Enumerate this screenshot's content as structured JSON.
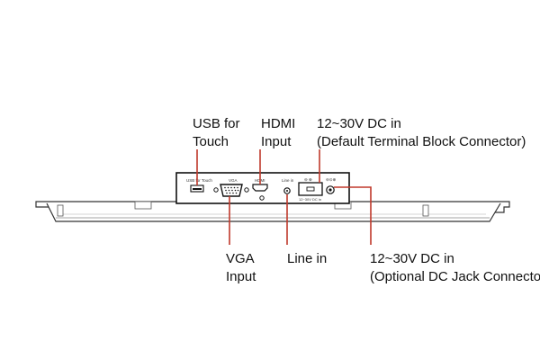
{
  "accent_color": "#c0392b",
  "callouts": {
    "usb": [
      "USB for",
      "Touch"
    ],
    "hdmi": [
      "HDMI",
      "Input"
    ],
    "dc_terminal": [
      "12~30V DC in",
      "(Default Terminal Block Connector)"
    ],
    "vga": [
      "VGA",
      "Input"
    ],
    "line_in": [
      "Line in"
    ],
    "dc_jack": [
      "12~30V DC in",
      "(Optional DC Jack Connector)"
    ]
  },
  "panel_labels": {
    "usb": "USB for Touch",
    "vga": "VGA",
    "hdmi": "HDMI",
    "line": "Line in",
    "dc": "12~30V DC in"
  }
}
